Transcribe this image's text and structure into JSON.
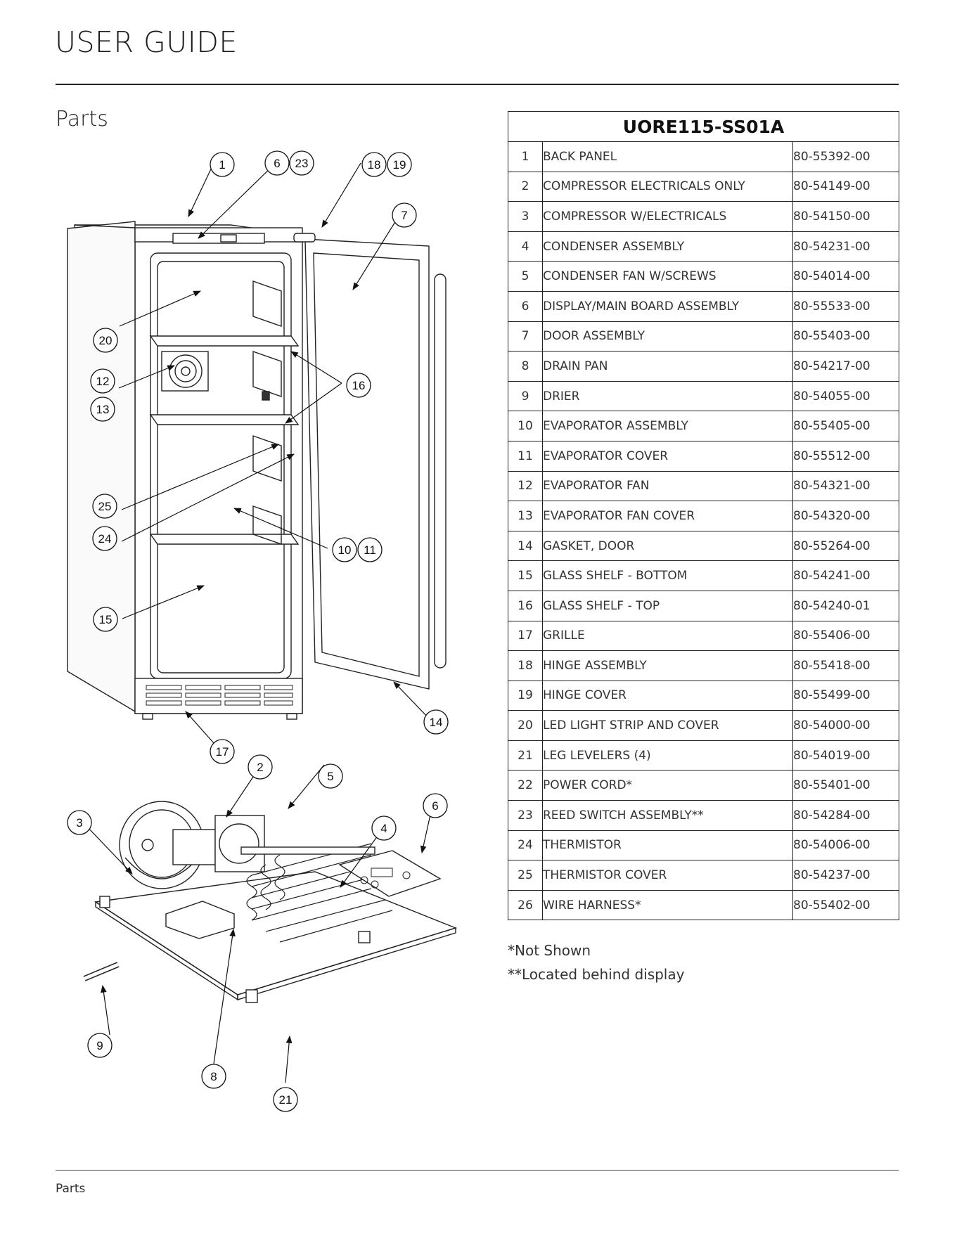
{
  "header": {
    "title": "USER GUIDE"
  },
  "section": {
    "title": "Parts"
  },
  "footer": {
    "label": "Parts"
  },
  "table": {
    "model": "UORE115-SS01A",
    "rows": [
      {
        "no": "1",
        "desc": "BACK PANEL",
        "pn": "80-55392-00"
      },
      {
        "no": "2",
        "desc": "COMPRESSOR ELECTRICALS ONLY",
        "pn": "80-54149-00"
      },
      {
        "no": "3",
        "desc": "COMPRESSOR W/ELECTRICALS",
        "pn": "80-54150-00"
      },
      {
        "no": "4",
        "desc": "CONDENSER ASSEMBLY",
        "pn": "80-54231-00"
      },
      {
        "no": "5",
        "desc": "CONDENSER FAN W/SCREWS",
        "pn": "80-54014-00"
      },
      {
        "no": "6",
        "desc": "DISPLAY/MAIN BOARD ASSEMBLY",
        "pn": "80-55533-00"
      },
      {
        "no": "7",
        "desc": "DOOR ASSEMBLY",
        "pn": "80-55403-00"
      },
      {
        "no": "8",
        "desc": "DRAIN PAN",
        "pn": "80-54217-00"
      },
      {
        "no": "9",
        "desc": "DRIER",
        "pn": "80-54055-00"
      },
      {
        "no": "10",
        "desc": "EVAPORATOR ASSEMBLY",
        "pn": "80-55405-00"
      },
      {
        "no": "11",
        "desc": "EVAPORATOR COVER",
        "pn": "80-55512-00"
      },
      {
        "no": "12",
        "desc": "EVAPORATOR FAN",
        "pn": "80-54321-00"
      },
      {
        "no": "13",
        "desc": "EVAPORATOR FAN COVER",
        "pn": "80-54320-00"
      },
      {
        "no": "14",
        "desc": "GASKET, DOOR",
        "pn": "80-55264-00"
      },
      {
        "no": "15",
        "desc": "GLASS SHELF - BOTTOM",
        "pn": "80-54241-00"
      },
      {
        "no": "16",
        "desc": "GLASS SHELF - TOP",
        "pn": "80-54240-01"
      },
      {
        "no": "17",
        "desc": "GRILLE",
        "pn": "80-55406-00"
      },
      {
        "no": "18",
        "desc": "HINGE ASSEMBLY",
        "pn": "80-55418-00"
      },
      {
        "no": "19",
        "desc": "HINGE COVER",
        "pn": "80-55499-00"
      },
      {
        "no": "20",
        "desc": "LED LIGHT STRIP AND COVER",
        "pn": "80-54000-00"
      },
      {
        "no": "21",
        "desc": "LEG LEVELERS (4)",
        "pn": "80-54019-00"
      },
      {
        "no": "22",
        "desc": "POWER CORD*",
        "pn": "80-55401-00"
      },
      {
        "no": "23",
        "desc": "REED SWITCH ASSEMBLY**",
        "pn": "80-54284-00"
      },
      {
        "no": "24",
        "desc": "THERMISTOR",
        "pn": "80-54006-00"
      },
      {
        "no": "25",
        "desc": "THERMISTOR COVER",
        "pn": "80-54237-00"
      },
      {
        "no": "26",
        "desc": "WIRE HARNESS*",
        "pn": "80-55402-00"
      }
    ]
  },
  "notes": [
    "*Not Shown",
    "**Located behind display"
  ],
  "diagram": {
    "callouts": [
      "1",
      "6",
      "23",
      "18",
      "19",
      "7",
      "20",
      "12",
      "13",
      "16",
      "25",
      "24",
      "10",
      "11",
      "15",
      "14",
      "17",
      "2",
      "5",
      "3",
      "4",
      "6",
      "9",
      "8",
      "21"
    ]
  }
}
